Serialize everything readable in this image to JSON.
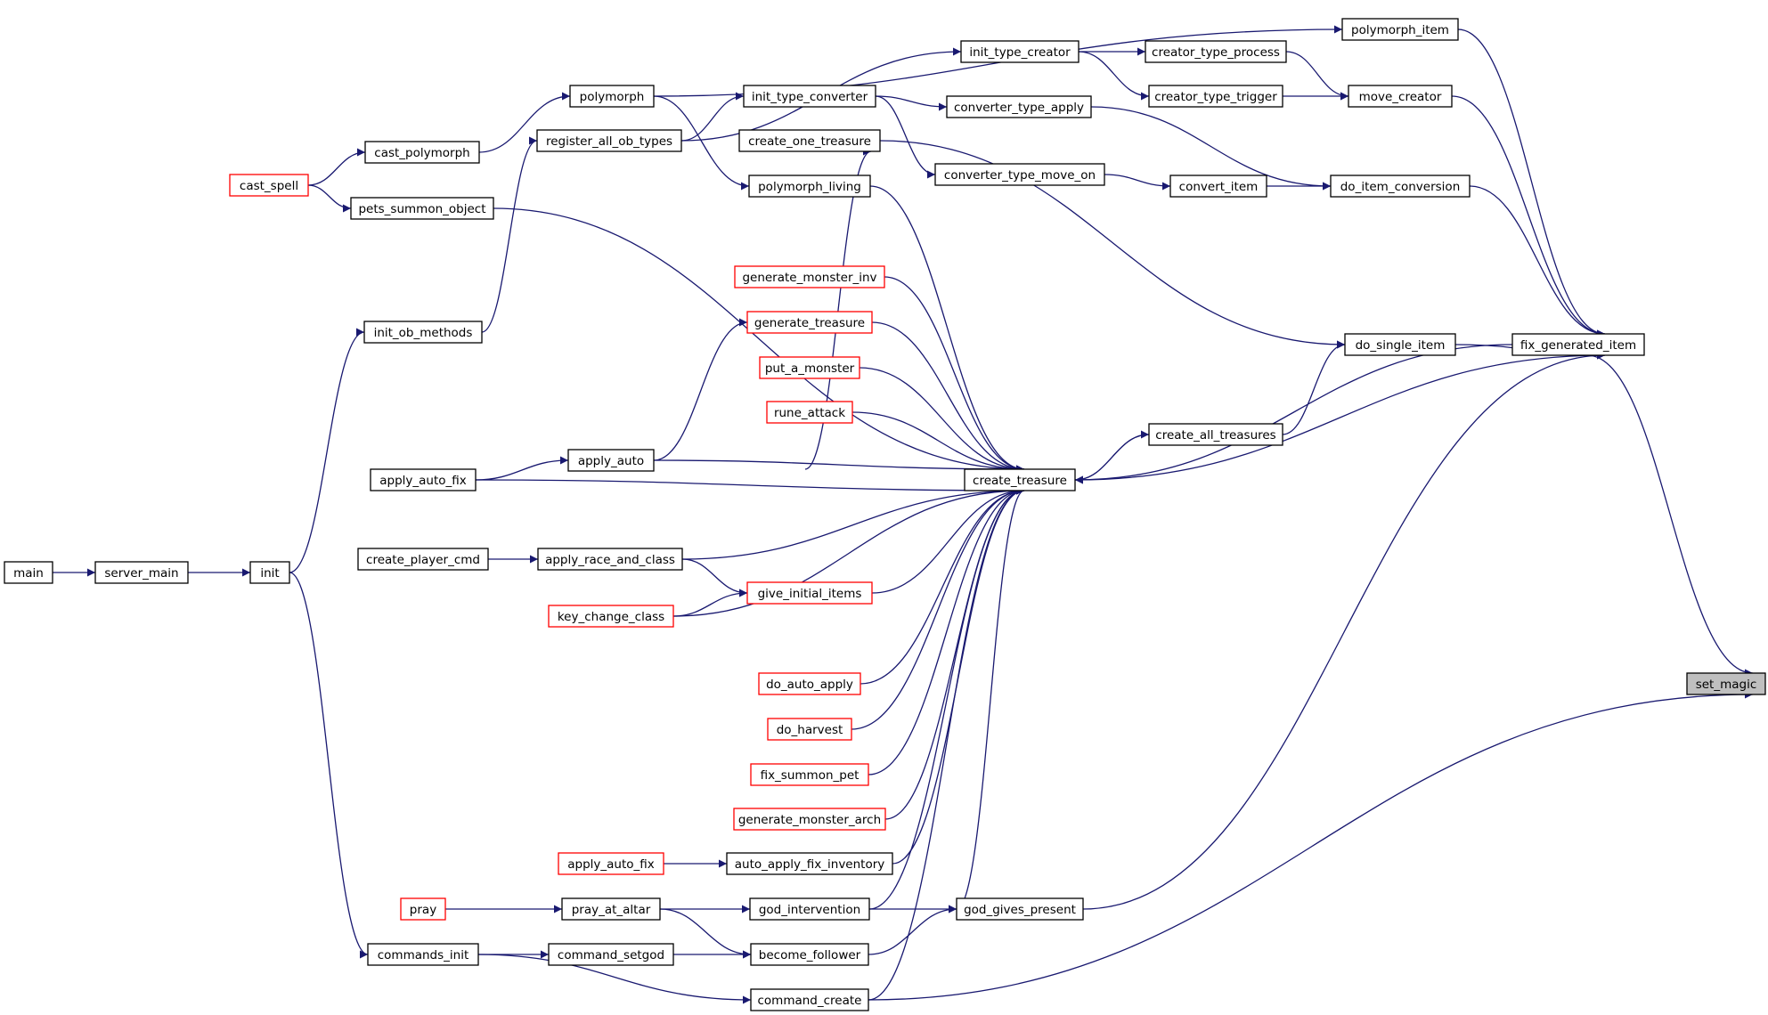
{
  "diagram": {
    "type": "call-graph",
    "focus": "set_magic",
    "colors": {
      "edge": "#191970",
      "border": "#000000",
      "incomplete_border": "#ff0000",
      "focus_fill": "#bfbfbf"
    },
    "nodes": [
      {
        "id": "main",
        "label": "main"
      },
      {
        "id": "server_main",
        "label": "server_main"
      },
      {
        "id": "init",
        "label": "init"
      },
      {
        "id": "init_ob_methods",
        "label": "init_ob_methods"
      },
      {
        "id": "commands_init",
        "label": "commands_init"
      },
      {
        "id": "cast_spell",
        "label": "cast_spell",
        "red": true
      },
      {
        "id": "cast_polymorph",
        "label": "cast_polymorph"
      },
      {
        "id": "pets_summon_object",
        "label": "pets_summon_object"
      },
      {
        "id": "apply_auto_fix_1",
        "label": "apply_auto_fix"
      },
      {
        "id": "create_player_cmd",
        "label": "create_player_cmd"
      },
      {
        "id": "pray",
        "label": "pray",
        "red": true
      },
      {
        "id": "polymorph",
        "label": "polymorph"
      },
      {
        "id": "register_all_ob_types",
        "label": "register_all_ob_types"
      },
      {
        "id": "apply_auto",
        "label": "apply_auto"
      },
      {
        "id": "apply_race_and_class",
        "label": "apply_race_and_class"
      },
      {
        "id": "key_change_class",
        "label": "key_change_class",
        "red": true
      },
      {
        "id": "apply_auto_fix_2",
        "label": "apply_auto_fix",
        "red": true
      },
      {
        "id": "pray_at_altar",
        "label": "pray_at_altar"
      },
      {
        "id": "command_setgod",
        "label": "command_setgod"
      },
      {
        "id": "init_type_converter",
        "label": "init_type_converter"
      },
      {
        "id": "create_one_treasure",
        "label": "create_one_treasure"
      },
      {
        "id": "polymorph_living",
        "label": "polymorph_living"
      },
      {
        "id": "generate_monster_inv",
        "label": "generate_monster_inv",
        "red": true
      },
      {
        "id": "generate_treasure",
        "label": "generate_treasure",
        "red": true
      },
      {
        "id": "put_a_monster",
        "label": "put_a_monster",
        "red": true
      },
      {
        "id": "rune_attack",
        "label": "rune_attack",
        "red": true
      },
      {
        "id": "give_initial_items",
        "label": "give_initial_items",
        "red": true
      },
      {
        "id": "do_auto_apply",
        "label": "do_auto_apply",
        "red": true
      },
      {
        "id": "do_harvest",
        "label": "do_harvest",
        "red": true
      },
      {
        "id": "fix_summon_pet",
        "label": "fix_summon_pet",
        "red": true
      },
      {
        "id": "generate_monster_arch",
        "label": "generate_monster_arch",
        "red": true
      },
      {
        "id": "auto_apply_fix_inventory",
        "label": "auto_apply_fix_inventory"
      },
      {
        "id": "god_intervention",
        "label": "god_intervention"
      },
      {
        "id": "become_follower",
        "label": "become_follower"
      },
      {
        "id": "command_create",
        "label": "command_create"
      },
      {
        "id": "init_type_creator",
        "label": "init_type_creator"
      },
      {
        "id": "converter_type_apply",
        "label": "converter_type_apply"
      },
      {
        "id": "converter_type_move_on",
        "label": "converter_type_move_on"
      },
      {
        "id": "create_treasure",
        "label": "create_treasure"
      },
      {
        "id": "god_gives_present",
        "label": "god_gives_present"
      },
      {
        "id": "creator_type_process",
        "label": "creator_type_process"
      },
      {
        "id": "creator_type_trigger",
        "label": "creator_type_trigger"
      },
      {
        "id": "convert_item",
        "label": "convert_item"
      },
      {
        "id": "create_all_treasures",
        "label": "create_all_treasures"
      },
      {
        "id": "polymorph_item",
        "label": "polymorph_item"
      },
      {
        "id": "move_creator",
        "label": "move_creator"
      },
      {
        "id": "do_item_conversion",
        "label": "do_item_conversion"
      },
      {
        "id": "do_single_item",
        "label": "do_single_item"
      },
      {
        "id": "fix_generated_item",
        "label": "fix_generated_item"
      },
      {
        "id": "set_magic",
        "label": "set_magic",
        "focus": true
      }
    ],
    "edges": [
      [
        "main",
        "server_main"
      ],
      [
        "server_main",
        "init"
      ],
      [
        "init",
        "init_ob_methods"
      ],
      [
        "init",
        "commands_init"
      ],
      [
        "cast_spell",
        "cast_polymorph"
      ],
      [
        "cast_spell",
        "pets_summon_object"
      ],
      [
        "cast_polymorph",
        "polymorph"
      ],
      [
        "init_ob_methods",
        "register_all_ob_types"
      ],
      [
        "apply_auto_fix_1",
        "apply_auto"
      ],
      [
        "create_player_cmd",
        "apply_race_and_class"
      ],
      [
        "pray",
        "pray_at_altar"
      ],
      [
        "commands_init",
        "command_setgod"
      ],
      [
        "apply_auto_fix_2",
        "auto_apply_fix_inventory"
      ],
      [
        "register_all_ob_types",
        "init_type_converter"
      ],
      [
        "register_all_ob_types",
        "init_type_creator"
      ],
      [
        "apply_auto",
        "generate_treasure"
      ],
      [
        "apply_race_and_class",
        "give_initial_items"
      ],
      [
        "key_change_class",
        "give_initial_items"
      ],
      [
        "pray_at_altar",
        "god_intervention"
      ],
      [
        "pray_at_altar",
        "become_follower"
      ],
      [
        "command_setgod",
        "become_follower"
      ],
      [
        "commands_init",
        "command_create"
      ],
      [
        "init_type_converter",
        "converter_type_apply"
      ],
      [
        "init_type_converter",
        "converter_type_move_on"
      ],
      [
        "polymorph",
        "polymorph_living"
      ],
      [
        "polymorph",
        "polymorph_item"
      ],
      [
        "become_follower",
        "god_gives_present"
      ],
      [
        "god_intervention",
        "god_gives_present"
      ],
      [
        "init_type_creator",
        "creator_type_process"
      ],
      [
        "init_type_creator",
        "creator_type_trigger"
      ],
      [
        "converter_type_move_on",
        "convert_item"
      ],
      [
        "create_treasure",
        "create_one_treasure"
      ],
      [
        "create_treasure",
        "create_all_treasures"
      ],
      [
        "create_all_treasures",
        "create_treasure"
      ],
      [
        "creator_type_process",
        "move_creator"
      ],
      [
        "creator_type_trigger",
        "move_creator"
      ],
      [
        "convert_item",
        "do_item_conversion"
      ],
      [
        "converter_type_apply",
        "do_item_conversion"
      ],
      [
        "create_one_treasure",
        "do_single_item"
      ],
      [
        "create_all_treasures",
        "do_single_item"
      ],
      [
        "do_single_item",
        "fix_generated_item"
      ],
      [
        "fix_generated_item",
        "create_treasure"
      ],
      [
        "polymorph_item",
        "fix_generated_item"
      ],
      [
        "move_creator",
        "fix_generated_item"
      ],
      [
        "do_item_conversion",
        "fix_generated_item"
      ],
      [
        "create_treasure",
        "fix_generated_item"
      ],
      [
        "god_gives_present",
        "fix_generated_item"
      ],
      [
        "fix_generated_item",
        "set_magic"
      ],
      [
        "command_create",
        "set_magic"
      ],
      [
        "pets_summon_object",
        "create_treasure"
      ],
      [
        "polymorph_living",
        "create_treasure"
      ],
      [
        "generate_monster_inv",
        "create_treasure"
      ],
      [
        "generate_treasure",
        "create_treasure"
      ],
      [
        "put_a_monster",
        "create_treasure"
      ],
      [
        "rune_attack",
        "create_treasure"
      ],
      [
        "apply_auto",
        "create_treasure"
      ],
      [
        "apply_auto_fix_1",
        "create_treasure"
      ],
      [
        "apply_race_and_class",
        "create_treasure"
      ],
      [
        "give_initial_items",
        "create_treasure"
      ],
      [
        "key_change_class",
        "create_treasure"
      ],
      [
        "do_auto_apply",
        "create_treasure"
      ],
      [
        "do_harvest",
        "create_treasure"
      ],
      [
        "fix_summon_pet",
        "create_treasure"
      ],
      [
        "generate_monster_arch",
        "create_treasure"
      ],
      [
        "auto_apply_fix_inventory",
        "create_treasure"
      ],
      [
        "god_intervention",
        "create_treasure"
      ],
      [
        "command_create",
        "create_treasure"
      ],
      [
        "god_gives_present",
        "create_treasure"
      ]
    ]
  }
}
